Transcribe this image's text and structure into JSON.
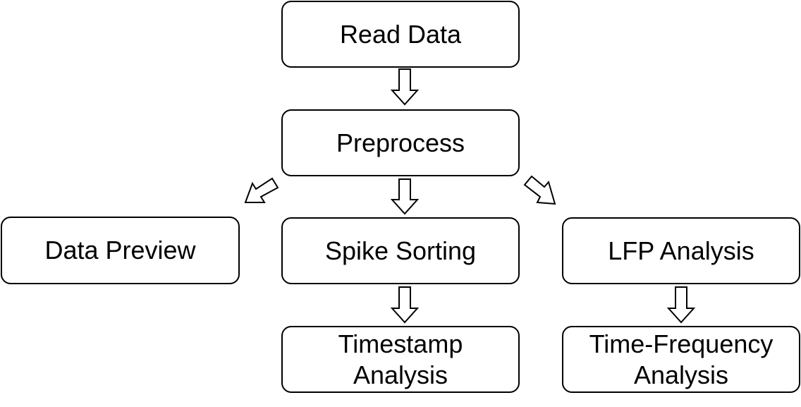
{
  "diagram": {
    "nodes": {
      "read_data": "Read Data",
      "preprocess": "Preprocess",
      "data_preview": "Data Preview",
      "spike_sorting": "Spike Sorting",
      "lfp_analysis": "LFP Analysis",
      "timestamp_analysis": "Timestamp\nAnalysis",
      "time_frequency_analysis": "Time-Frequency\nAnalysis"
    },
    "edges": [
      {
        "from": "read_data",
        "to": "preprocess"
      },
      {
        "from": "preprocess",
        "to": "data_preview"
      },
      {
        "from": "preprocess",
        "to": "spike_sorting"
      },
      {
        "from": "preprocess",
        "to": "lfp_analysis"
      },
      {
        "from": "spike_sorting",
        "to": "timestamp_analysis"
      },
      {
        "from": "lfp_analysis",
        "to": "time_frequency_analysis"
      }
    ],
    "colors": {
      "stroke": "#000000",
      "fill": "#ffffff"
    }
  }
}
